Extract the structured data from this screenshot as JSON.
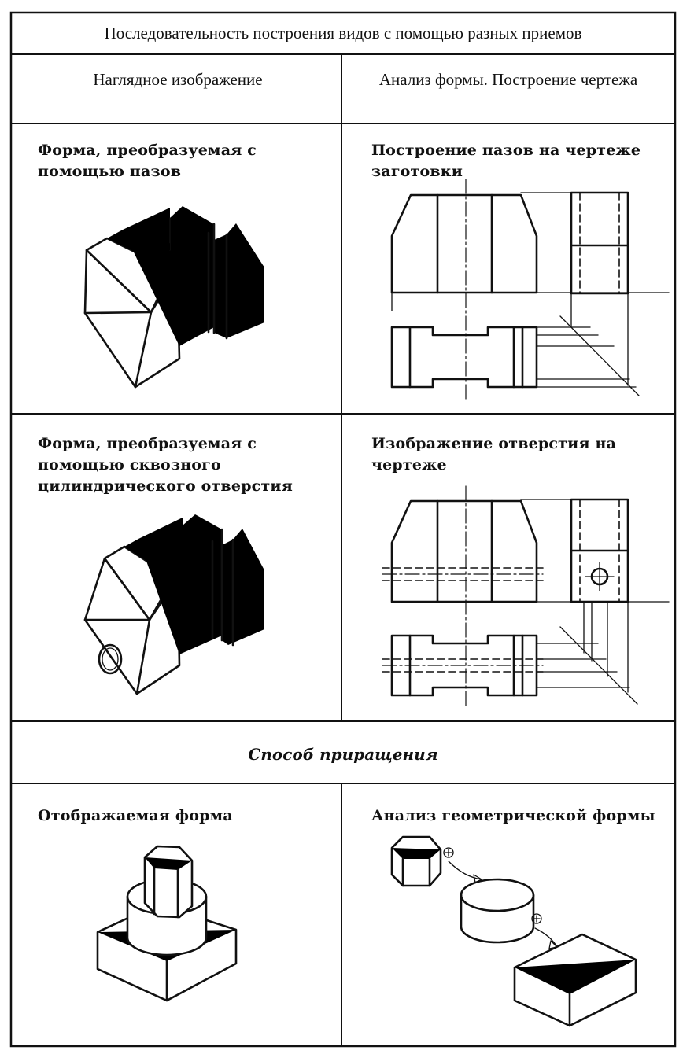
{
  "table": {
    "title": "Последовательность построения видов с помощью разных приемов",
    "col_headers": [
      "Наглядное изображение",
      "Анализ формы. Построение чертежа"
    ],
    "row1": {
      "left_caption": "Форма, преобразуемая с помощью пазов",
      "right_caption": "Построение пазов на чертеже заготовки"
    },
    "row2": {
      "left_caption": "Форма, преобразуемая с помощью сквозного цилиндрического отверстия",
      "right_caption": "Изображение отверстия на чертеже"
    },
    "section_title": "Способ приращения",
    "row3": {
      "left_caption": "Отображаемая форма",
      "right_caption": "Анализ геометрической формы"
    }
  },
  "figures": {
    "fig1_left": "isometric-slotted-block",
    "fig1_right": "orthographic-slot-drawing",
    "fig2_left": "isometric-slotted-block-with-hole",
    "fig2_right": "orthographic-hole-drawing",
    "fig3_left": "isometric-prism-cylinder-stack",
    "fig3_right": "additive-shape-analysis"
  }
}
